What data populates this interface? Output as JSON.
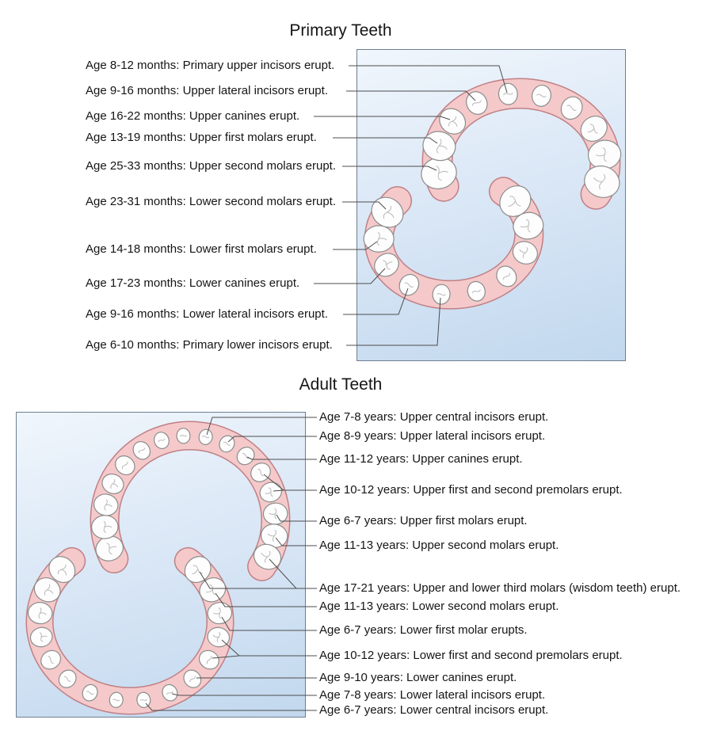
{
  "primary_section": {
    "title": "Primary Teeth",
    "labels": [
      "Age 8-12 months: Primary upper incisors erupt.",
      "Age 9-16 months: Upper lateral incisors erupt.",
      "Age 16-22 months: Upper canines erupt.",
      "Age 13-19 months: Upper first molars erupt.",
      "Age 25-33 months: Upper second molars erupt.",
      "Age 23-31 months: Lower second molars erupt.",
      "Age 14-18 months: Lower first molars erupt.",
      "Age 17-23 months: Lower canines erupt.",
      "Age 9-16 months: Lower lateral incisors erupt.",
      "Age 6-10 months: Primary lower incisors erupt."
    ]
  },
  "adult_section": {
    "title": "Adult Teeth",
    "labels": [
      "Age 7-8 years: Upper central incisors erupt.",
      "Age 8-9 years: Upper lateral incisors erupt.",
      "Age 11-12 years: Upper canines erupt.",
      "Age 10-12 years: Upper first and second premolars erupt.",
      "Age 6-7 years: Upper first molars erupt.",
      "Age 11-13 years: Upper second molars erupt.",
      "Age 17-21 years: Upper and lower third molars (wisdom teeth) erupt.",
      "Age 11-13 years: Lower second molars erupt.",
      "Age 6-7 years: Lower first molar erupts.",
      "Age 10-12 years: Lower first and second premolars erupt.",
      "Age 9-10 years: Lower canines erupt.",
      "Age 7-8 years: Lower lateral incisors erupt.",
      "Age 6-7 years: Lower central incisors erupt."
    ]
  },
  "colors": {
    "panel_border": "#6e7e90",
    "panel_top": "#f0f6fc",
    "panel_bottom": "#c2d8ee",
    "gum_outline": "#c08086",
    "gum_fill": "#f5c9ca",
    "tooth_fill": "#fdfdfd",
    "tooth_outline": "#8c8c8c",
    "tooth_detail": "#b8b8b8",
    "leader_line": "#4d4d4d",
    "text": "#151515"
  }
}
